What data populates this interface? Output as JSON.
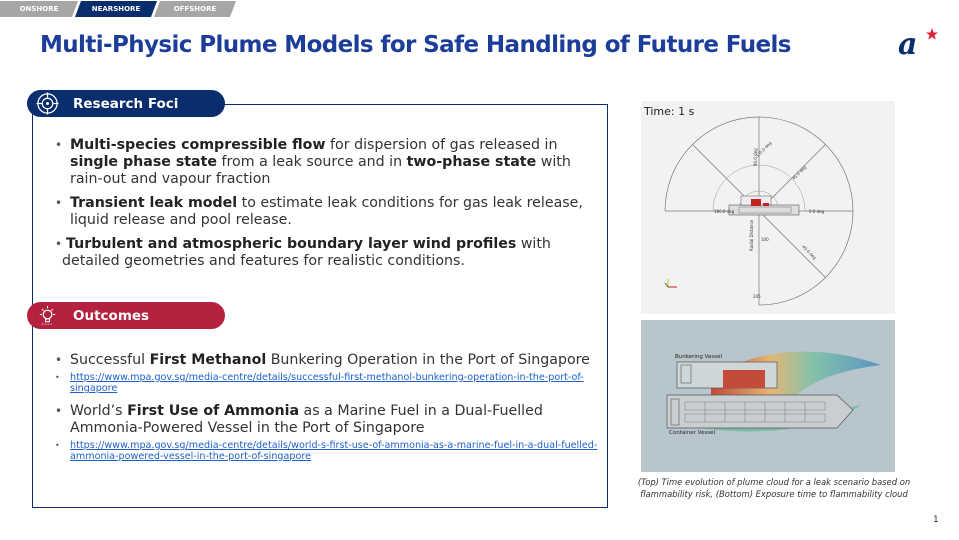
{
  "tabs": [
    {
      "label": "ONSHORE",
      "active": false
    },
    {
      "label": "NEARSHORE",
      "active": true
    },
    {
      "label": "OFFSHORE",
      "active": false
    }
  ],
  "title": "Multi-Physic Plume Models for Safe Handling of Future Fuels",
  "logo": {
    "icon": "a-star-logo"
  },
  "research": {
    "heading": "Research Foci",
    "icon": "target-icon",
    "b1": {
      "s1": "Multi-species compressible flow",
      "t1": " for dispersion of gas released in ",
      "s2": "single phase state",
      "t2": " from a leak source and in ",
      "s3": "two-phase state",
      "t3": " with rain-out and vapour fraction"
    },
    "b2": {
      "s1": "Transient leak model",
      "t1": " to estimate leak conditions for gas leak release, liquid release and pool release."
    },
    "b3": {
      "s1": "Turbulent and atmospheric boundary layer wind profiles",
      "t1": " with",
      "t2": "detailed geometries and features for realistic conditions."
    }
  },
  "outcomes": {
    "heading": "Outcomes",
    "icon": "lightbulb-icon",
    "o1": {
      "t1": "Successful ",
      "s1": "First Methanol",
      "t2": " Bunkering Operation in the Port of Singapore",
      "link": "https://www.mpa.gov.sg/media-centre/details/successful-first-methanol-bunkering-operation-in-the-port-of-singapore"
    },
    "o2": {
      "t1": "World’s ",
      "s1": "First Use of Ammonia",
      "t2": " as a Marine Fuel in a Dual-Fuelled Ammonia-Powered Vessel in the Port of Singapore",
      "link": "https://www.mpa.gov.sg/media-centre/details/world-s-first-use-of-ammonia-as-a-marine-fuel-in-a-dual-fuelled-ammonia-powered-vessel-in-the-port-of-singapore"
    }
  },
  "figure_top": {
    "time_label": "Time:  1 s",
    "angle_labels": [
      "90.0 deg",
      "135.0 deg",
      "45.0 deg",
      "180.0 deg",
      "0.0 deg",
      "-45.0 deg"
    ],
    "radial_labels": [
      "Radial Distance",
      "100",
      "245"
    ]
  },
  "figure_bottom": {
    "label_top": "Bunkering Vessel",
    "label_bottom": "Container Vessel"
  },
  "caption": "(Top) Time evolution of plume cloud for a leak scenario based on flammability risk, (Bottom) Exposure time to flammability cloud",
  "page_number": "1",
  "colors": {
    "navy": "#0a2d6e",
    "title_blue": "#1c3e9a",
    "crimson": "#b5223f",
    "link": "#1f5fc8"
  }
}
